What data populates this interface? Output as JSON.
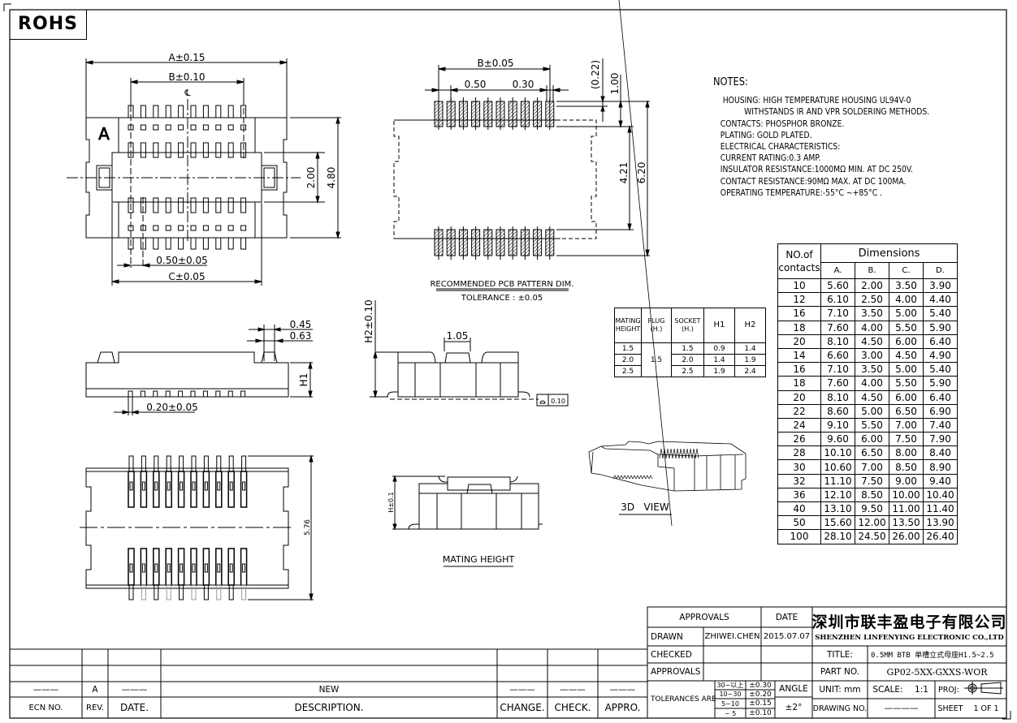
{
  "badge": {
    "rohs": "ROHS"
  },
  "top_view": {
    "marker": "A",
    "dim_a": "A±0.15",
    "dim_b": "B±0.10",
    "centerline": "CL",
    "dim_height_inner": "2.00",
    "dim_height_outer": "4.80",
    "dim_pitch": "0.50±0.05",
    "dim_c": "C±0.05"
  },
  "pcb_pattern": {
    "dim_b": "B±0.05",
    "dim_pitch": "0.50",
    "dim_pad_width": "0.30",
    "dim_offset": "(0.22)",
    "dim_pad_length": "1.00",
    "dim_inner": "4.21",
    "dim_outer": "6.20",
    "caption": "RECOMMENDED PCB PATTERN DIM.",
    "tolerance": "TOLERANCE : ±0.05"
  },
  "side_view": {
    "dim_top1": "0.45",
    "dim_top2": "0.63",
    "dim_h1": "H1",
    "dim_pin": "0.20±0.05"
  },
  "front_view": {
    "dim_h2": "H2±0.10",
    "dim_post": "1.05",
    "flatness_value": "0.10"
  },
  "bottom_view": {
    "dim_height": "5.76"
  },
  "mating_view": {
    "dim_h": "H±0.1",
    "caption": "MATING HEIGHT"
  },
  "iso_view": {
    "caption": "3D   VIEW"
  },
  "notes": {
    "title": "NOTES:",
    "lines": [
      " HOUSING: HIGH TEMPERATURE HOUSING UL94V-0",
      "          WITHSTANDS IR AND VPR SOLDERING METHODS.",
      "CONTACTS: PHOSPHOR BRONZE.",
      "PLATING: GOLD PLATED.",
      "ELECTRICAL CHARACTERISTICS:",
      "CURRENT RATING:0.3 AMP.",
      "INSULATOR RESISTANCE:1000MΩ MIN. AT DC 250V.",
      "CONTACT RESISTANCE:90MΩ MAX. AT DC 100MA.",
      "OPERATING TEMPERATURE:-55°C ~+85°C ."
    ]
  },
  "dimensions_table": {
    "header_contacts": "NO.of contacts",
    "header_group": "Dimensions",
    "columns": [
      "A.",
      "B.",
      "C.",
      "D."
    ],
    "rows": [
      [
        "10",
        "5.60",
        "2.00",
        "3.50",
        "3.90"
      ],
      [
        "12",
        "6.10",
        "2.50",
        "4.00",
        "4.40"
      ],
      [
        "16",
        "7.10",
        "3.50",
        "5.00",
        "5.40"
      ],
      [
        "18",
        "7.60",
        "4.00",
        "5.50",
        "5.90"
      ],
      [
        "20",
        "8.10",
        "4.50",
        "6.00",
        "6.40"
      ],
      [
        "14",
        "6.60",
        "3.00",
        "4.50",
        "4.90"
      ],
      [
        "16",
        "7.10",
        "3.50",
        "5.00",
        "5.40"
      ],
      [
        "18",
        "7.60",
        "4.00",
        "5.50",
        "5.90"
      ],
      [
        "20",
        "8.10",
        "4.50",
        "6.00",
        "6.40"
      ],
      [
        "22",
        "8.60",
        "5.00",
        "6.50",
        "6.90"
      ],
      [
        "24",
        "9.10",
        "5.50",
        "7.00",
        "7.40"
      ],
      [
        "26",
        "9.60",
        "6.00",
        "7.50",
        "7.90"
      ],
      [
        "28",
        "10.10",
        "6.50",
        "8.00",
        "8.40"
      ],
      [
        "30",
        "10.60",
        "7.00",
        "8.50",
        "8.90"
      ],
      [
        "32",
        "11.10",
        "7.50",
        "9.00",
        "9.40"
      ],
      [
        "36",
        "12.10",
        "8.50",
        "10.00",
        "10.40"
      ],
      [
        "40",
        "13.10",
        "9.50",
        "11.00",
        "11.40"
      ],
      [
        "50",
        "15.60",
        "12.00",
        "13.50",
        "13.90"
      ],
      [
        "100",
        "28.10",
        "24.50",
        "26.00",
        "26.40"
      ]
    ]
  },
  "mating_table": {
    "headers": [
      "MATING HEIGHT",
      "PLUG (H.)",
      "SOCKET (H.)",
      "H1",
      "H2"
    ],
    "plug_value": "1.5",
    "rows": [
      {
        "mating": "1.5",
        "socket": "1.5",
        "h1": "0.9",
        "h2": "1.4"
      },
      {
        "mating": "2.0",
        "socket": "2.0",
        "h1": "1.4",
        "h2": "1.9"
      },
      {
        "mating": "2.5",
        "socket": "2.5",
        "h1": "1.9",
        "h2": "2.4"
      }
    ]
  },
  "revision_block": {
    "ecn_value": "———",
    "rev_value": "A",
    "date_value": "———",
    "description_value": "NEW",
    "change_value": "———",
    "check_value": "———",
    "appro_value": "———",
    "labels": {
      "ecn": "ECN NO.",
      "rev": "REV.",
      "date": "DATE.",
      "description": "DESCRIPTION.",
      "change": "CHANGE.",
      "check": "CHECK.",
      "appro": "APPRO."
    }
  },
  "approvals_block": {
    "approvals_header": "APPROVALS",
    "date_header": "DATE",
    "drawn_label": "DRAWN",
    "drawn_by": "ZHIWEI.CHEN",
    "drawn_date": "2015.07.07",
    "checked_label": "CHECKED",
    "approvals_label": "APPROVALS",
    "tolerances_label": "TOLERANCES ARE",
    "tolerances": [
      {
        "range": "30~以上",
        "value": "±0.30"
      },
      {
        "range": "10~30",
        "value": "±0.20"
      },
      {
        "range": "5~10",
        "value": "±0.15"
      },
      {
        "range": "~ 5",
        "value": "±0.10"
      }
    ],
    "angle_label": "ANGLE",
    "angle_value": "±2°"
  },
  "company_block": {
    "name_cn": "深圳市联丰盈电子有限公司",
    "name_en": "SHENZHEN LINFENYING ELECTRONIC CO.,LTD",
    "title_label": "TITLE:",
    "title_value": "0.5MM BTB 单槽立式母座H1.5~2.5",
    "part_label": "PART NO.",
    "part_value": "GP02-5XX-GXXS-WOR",
    "unit_label": "UNIT: mm",
    "scale_label": "SCALE:",
    "scale_value": "1:1",
    "proj_label": "PROJ:",
    "drawing_label": "DRAWING NO.",
    "drawing_value": "————",
    "sheet_label": "SHEET",
    "sheet_value": "1 OF 1"
  }
}
